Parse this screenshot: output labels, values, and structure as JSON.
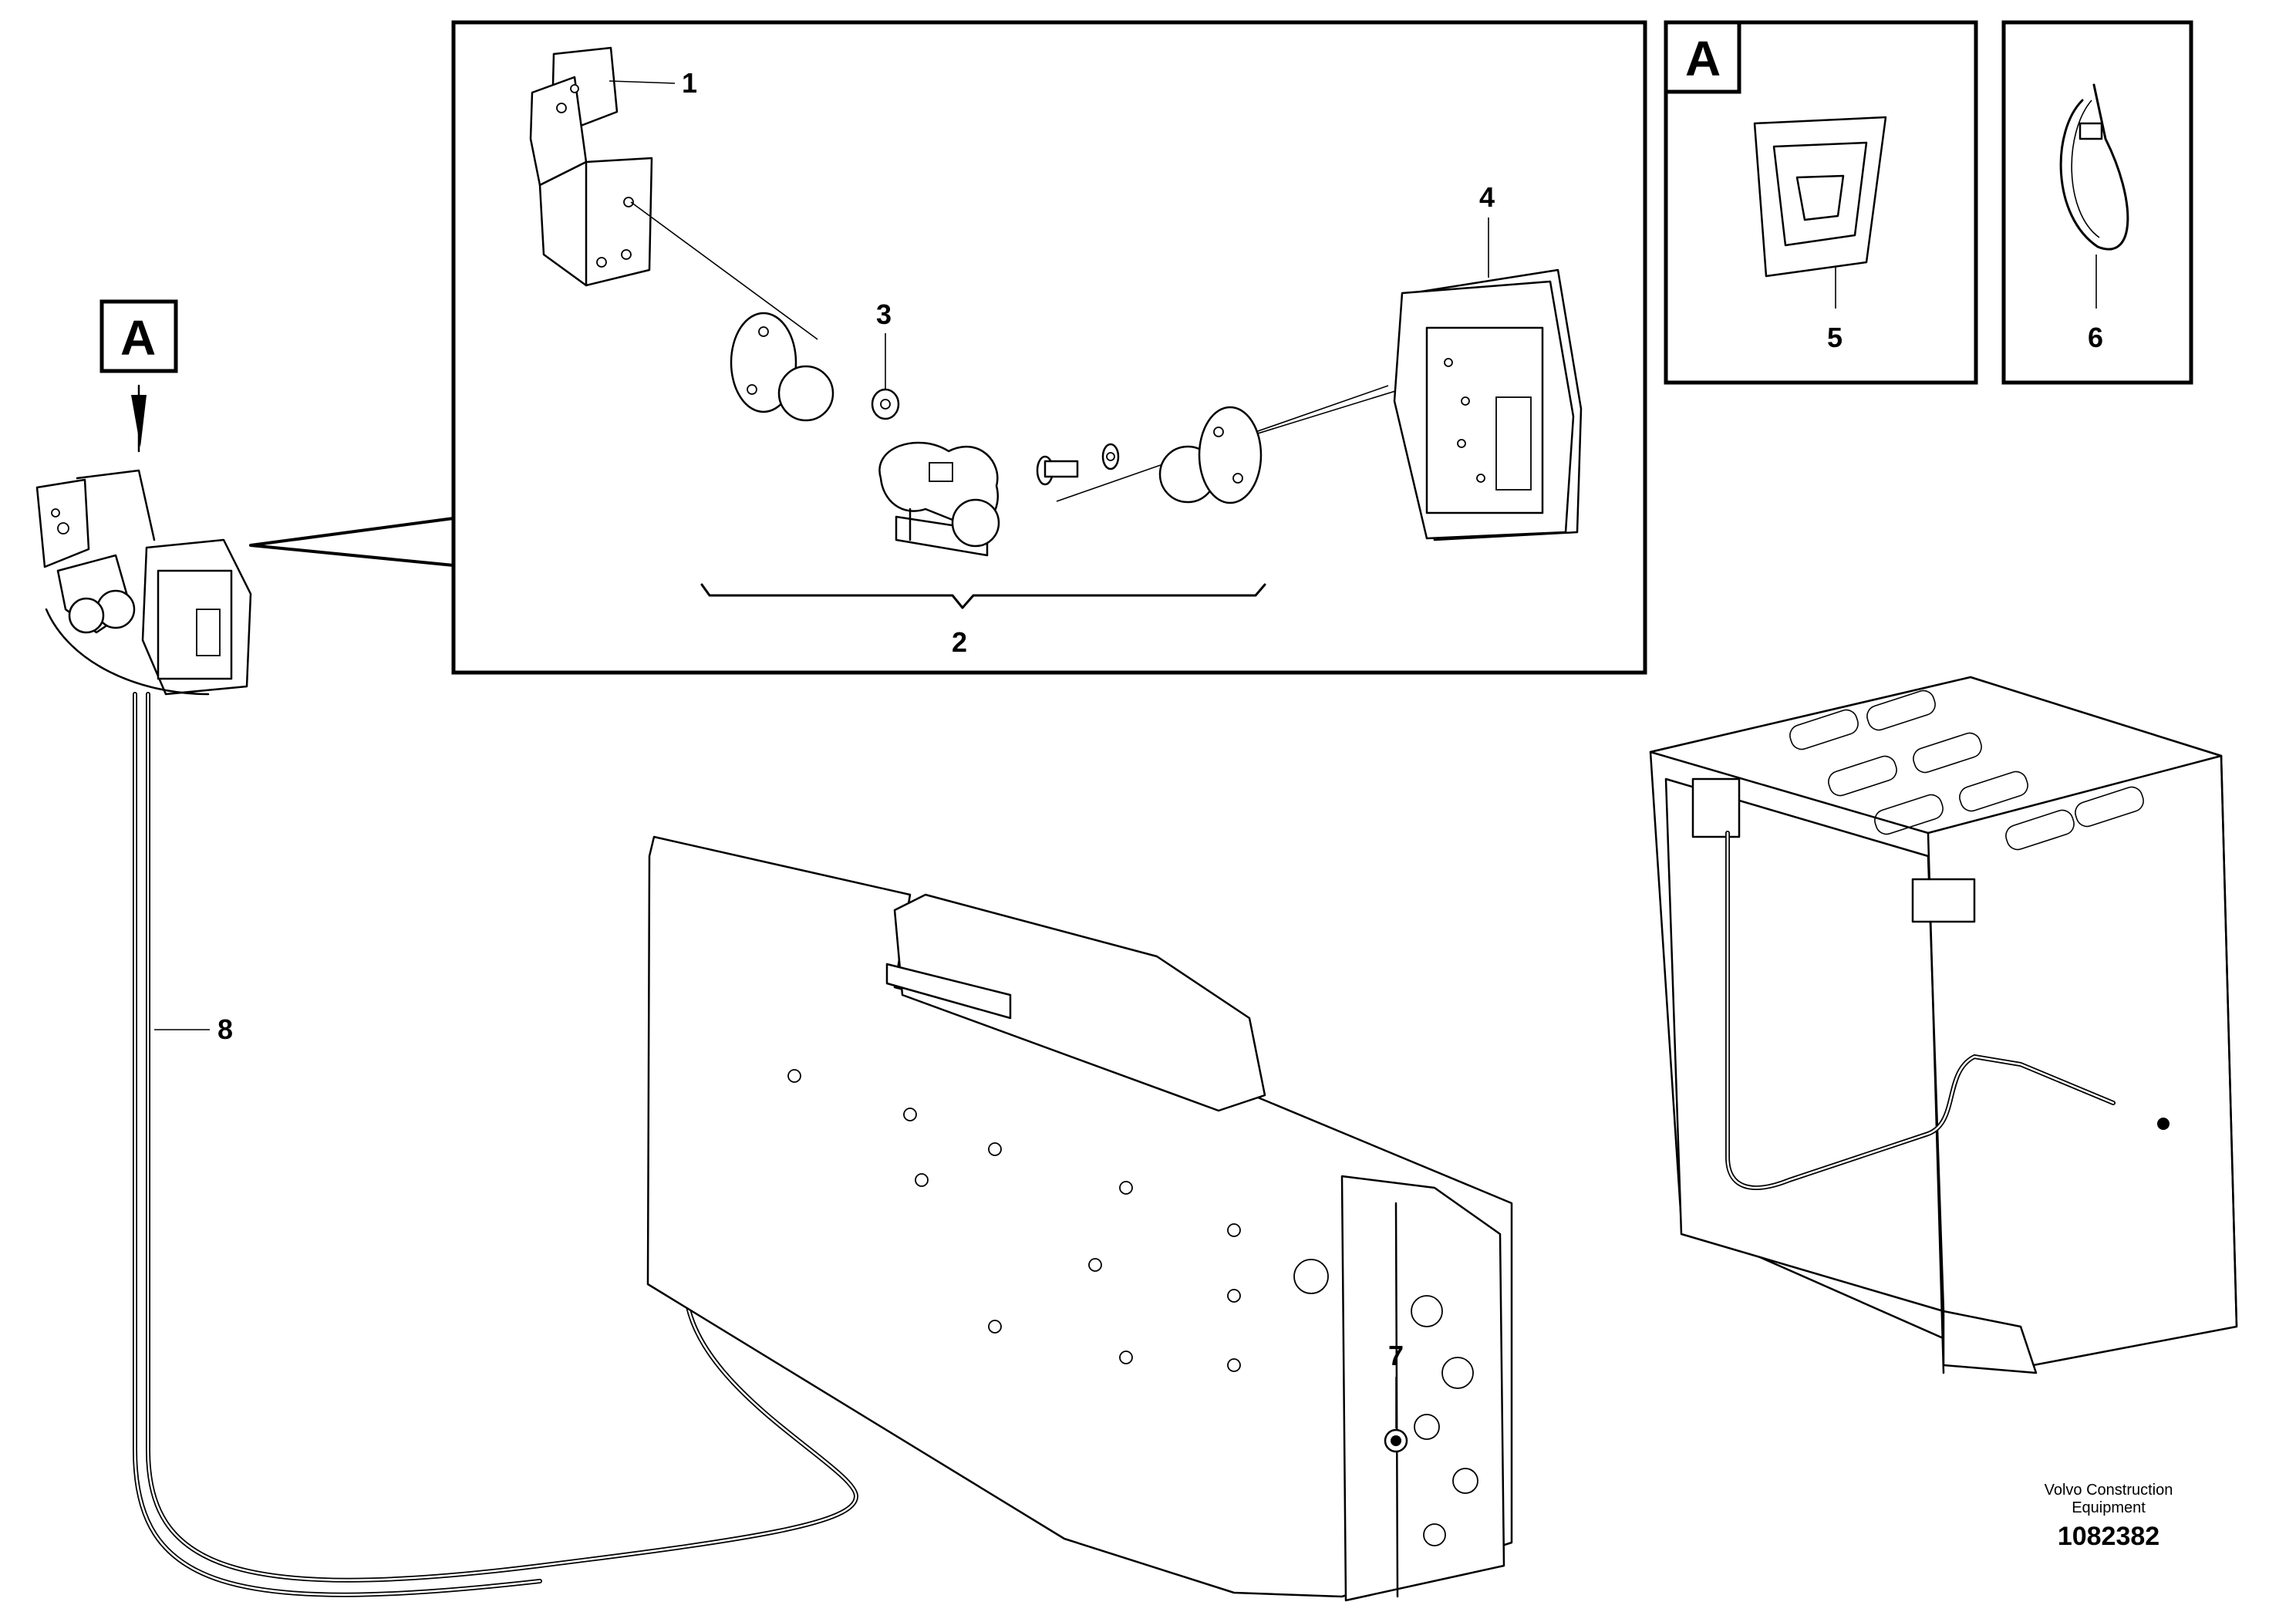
{
  "callouts": {
    "c1": "1",
    "c2": "2",
    "c3": "3",
    "c4": "4",
    "c5": "5",
    "c6": "6",
    "c7": "7",
    "c8": "8"
  },
  "view_markers": {
    "left": "A",
    "detail": "A"
  },
  "credit": {
    "line1": "Volvo Construction",
    "line2": "Equipment"
  },
  "document_number": "1082382"
}
